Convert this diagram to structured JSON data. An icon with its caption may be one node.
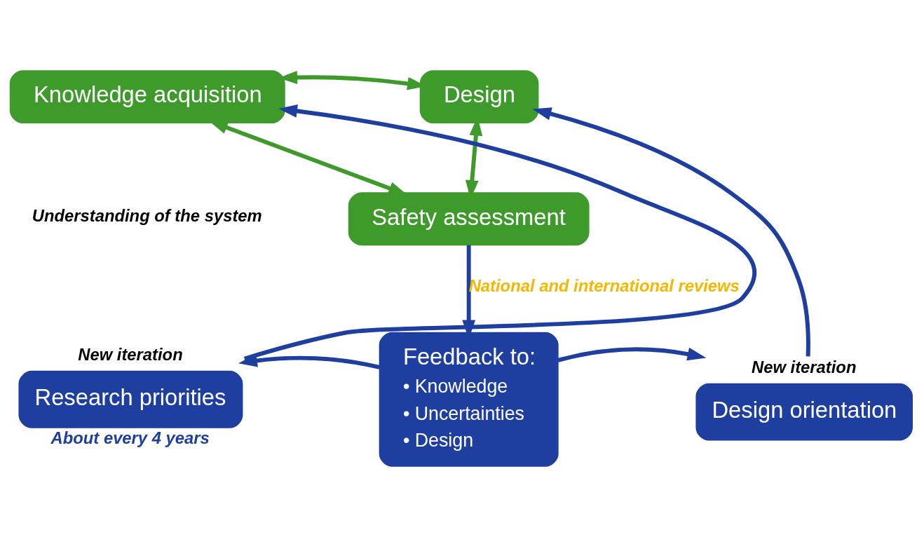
{
  "diagram": {
    "nodes": [
      {
        "text": [
          "Knowledge acquisition"
        ]
      },
      {
        "text": [
          "Design"
        ]
      },
      {
        "text": [
          "Safety assessment"
        ]
      },
      {
        "text": [
          "Feedback to:",
          "• Knowledge",
          "• Uncertainties",
          "• Design"
        ]
      },
      {
        "text": [
          "Research priorities"
        ],
        "beside": [
          "New iteration",
          "About every 4 years"
        ]
      },
      {
        "text": [
          "Design orientation"
        ],
        "beside": [
          "New iteration"
        ]
      }
    ],
    "edges": [
      {
        "from": 0,
        "to": 1,
        "arrow": "both",
        "color": "#3f9a2c"
      },
      {
        "from": 0,
        "to": 2,
        "arrow": "both",
        "color": "#3f9a2c"
      },
      {
        "from": 1,
        "to": 2,
        "arrow": "both",
        "color": "#3f9a2c"
      },
      {
        "from": 2,
        "to": 3,
        "arrow": "to",
        "label": "National and international reviews"
      },
      {
        "from": 3,
        "to": 4,
        "arrow": "to"
      },
      {
        "from": 3,
        "to": 5,
        "arrow": "to"
      },
      {
        "from": 4,
        "to": 0,
        "arrow": "to"
      },
      {
        "from": 5,
        "to": 1,
        "arrow": "to"
      }
    ],
    "labels": [
      "Understanding of the system"
    ]
  }
}
